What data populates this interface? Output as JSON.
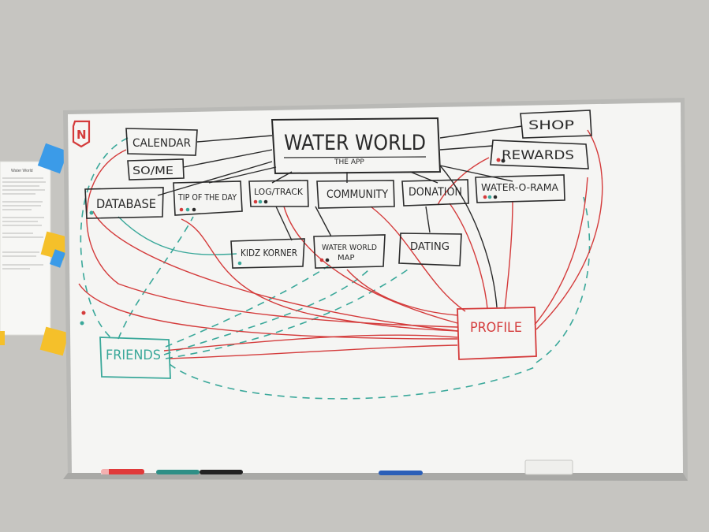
{
  "whiteboard": {
    "logo": "N",
    "title": "WATER WORLD",
    "subtitle": "THE APP",
    "boxes": {
      "calendar": "CALENDAR",
      "some": "SO/ME",
      "shop": "SHOP",
      "rewards": "REWARDS",
      "database": "DATABASE",
      "tip": "TIP OF THE DAY",
      "logtrack": "LOG/TRACK",
      "community": "COMMUNITY",
      "donation": "DONATION",
      "waterorama": "WATER-O-RAMA",
      "kidz": "KIDZ KORNER",
      "map_line1": "WATER WORLD",
      "map_line2": "MAP",
      "dating": "DATING",
      "profile": "PROFILE",
      "friends": "FRIENDS"
    }
  },
  "wall_paper": {
    "heading": "Water World"
  },
  "colors": {
    "wall": "#c4c3bf",
    "board": "#f4f4f2",
    "ink_black": "#2a2a2a",
    "ink_red": "#d43b3b",
    "ink_teal": "#3aa89a",
    "sticky_yellow": "#f5c02a",
    "sticky_blue": "#3b9be8"
  }
}
